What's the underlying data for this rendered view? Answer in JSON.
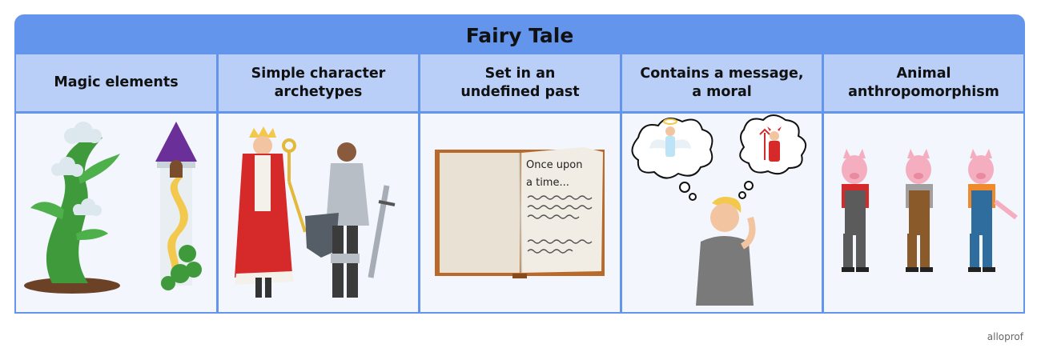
{
  "title": "Fairy Tale",
  "columns": [
    {
      "heading": "Magic elements"
    },
    {
      "heading": "Simple character\narchetypes"
    },
    {
      "heading": "Set in an\nundefined past"
    },
    {
      "heading": "Contains a message,\na moral"
    },
    {
      "heading": "Animal\nanthropomorphism"
    }
  ],
  "book": {
    "line1": "Once upon",
    "line2": "a time..."
  },
  "brand": "alloprof",
  "colors": {
    "header": "#6495ed",
    "subheader": "#b9cff7",
    "cell": "#f3f6fd"
  }
}
